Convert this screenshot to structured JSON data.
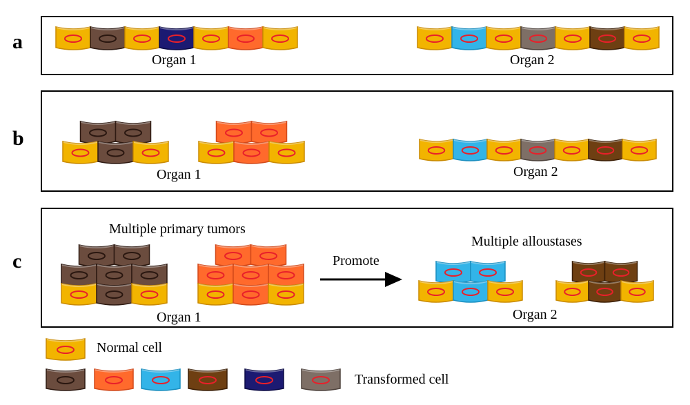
{
  "panels": {
    "a": {
      "letter": "a",
      "organ1": {
        "label": "Organ 1",
        "row": [
          "normal",
          "t_brown",
          "normal",
          "t_navy",
          "normal",
          "t_orange",
          "normal"
        ]
      },
      "organ2": {
        "label": "Organ 2",
        "row": [
          "normal",
          "t_blue",
          "normal",
          "t_gray",
          "normal",
          "t_darkbrown",
          "normal"
        ]
      }
    },
    "b": {
      "letter": "b",
      "organ1": {
        "label": "Organ 1",
        "stack1": {
          "top": [
            "t_brown",
            "t_brown"
          ],
          "bottom": [
            "normal",
            "t_brown",
            "normal"
          ]
        },
        "stack2": {
          "top": [
            "t_orange",
            "t_orange"
          ],
          "bottom": [
            "normal",
            "t_orange",
            "normal"
          ]
        }
      },
      "organ2": {
        "label": "Organ 2",
        "row": [
          "normal",
          "t_blue",
          "normal",
          "t_gray",
          "normal",
          "t_darkbrown",
          "normal"
        ]
      }
    },
    "c": {
      "letter": "c",
      "organ1": {
        "label": "Organ 1",
        "caption": "Multiple primary tumors",
        "stack1": {
          "top": [
            "t_brown",
            "t_brown"
          ],
          "middle": [
            "t_brown",
            "t_brown",
            "t_brown"
          ],
          "bottom": [
            "normal",
            "t_brown",
            "normal"
          ]
        },
        "stack2": {
          "top": [
            "t_orange",
            "t_orange"
          ],
          "middle": [
            "t_orange",
            "t_orange",
            "t_orange"
          ],
          "bottom": [
            "normal",
            "t_orange",
            "normal"
          ]
        }
      },
      "arrow_label": "Promote",
      "organ2": {
        "label": "Organ 2",
        "caption": "Multiple alloustases",
        "stack1": {
          "top": [
            "t_blue",
            "t_blue"
          ],
          "bottom": [
            "normal",
            "t_blue",
            "normal"
          ]
        },
        "stack2": {
          "top": [
            "t_darkbrown",
            "t_darkbrown"
          ],
          "bottom": [
            "normal",
            "t_darkbrown",
            "normal"
          ]
        }
      }
    }
  },
  "legend": {
    "normal_label": "Normal cell",
    "transformed_label": "Transformed cell",
    "normal_cell": "normal",
    "transformed_cells": [
      "t_brown",
      "t_orange",
      "t_blue",
      "t_darkbrown",
      "t_navy",
      "t_gray"
    ]
  },
  "cell_types": {
    "normal": {
      "fill": "#f2b400",
      "edge": "#c98a00",
      "nucleus": "#e8202a"
    },
    "t_brown": {
      "fill": "#6b4c3e",
      "edge": "#2e1a12",
      "nucleus": "#2a1710"
    },
    "t_orange": {
      "fill": "#ff6a2c",
      "edge": "#d2491a",
      "nucleus": "#e8202a"
    },
    "t_blue": {
      "fill": "#33b4e8",
      "edge": "#1b8fc0",
      "nucleus": "#e8202a"
    },
    "t_darkbrown": {
      "fill": "#6e3f12",
      "edge": "#3b1f06",
      "nucleus": "#e8202a"
    },
    "t_navy": {
      "fill": "#1c1a72",
      "edge": "#0b0a45",
      "nucleus": "#e8202a"
    },
    "t_gray": {
      "fill": "#7e6f66",
      "edge": "#4d423c",
      "nucleus": "#e8202a"
    }
  },
  "colors": {
    "frame": "#000000",
    "arrow": "#000000"
  }
}
